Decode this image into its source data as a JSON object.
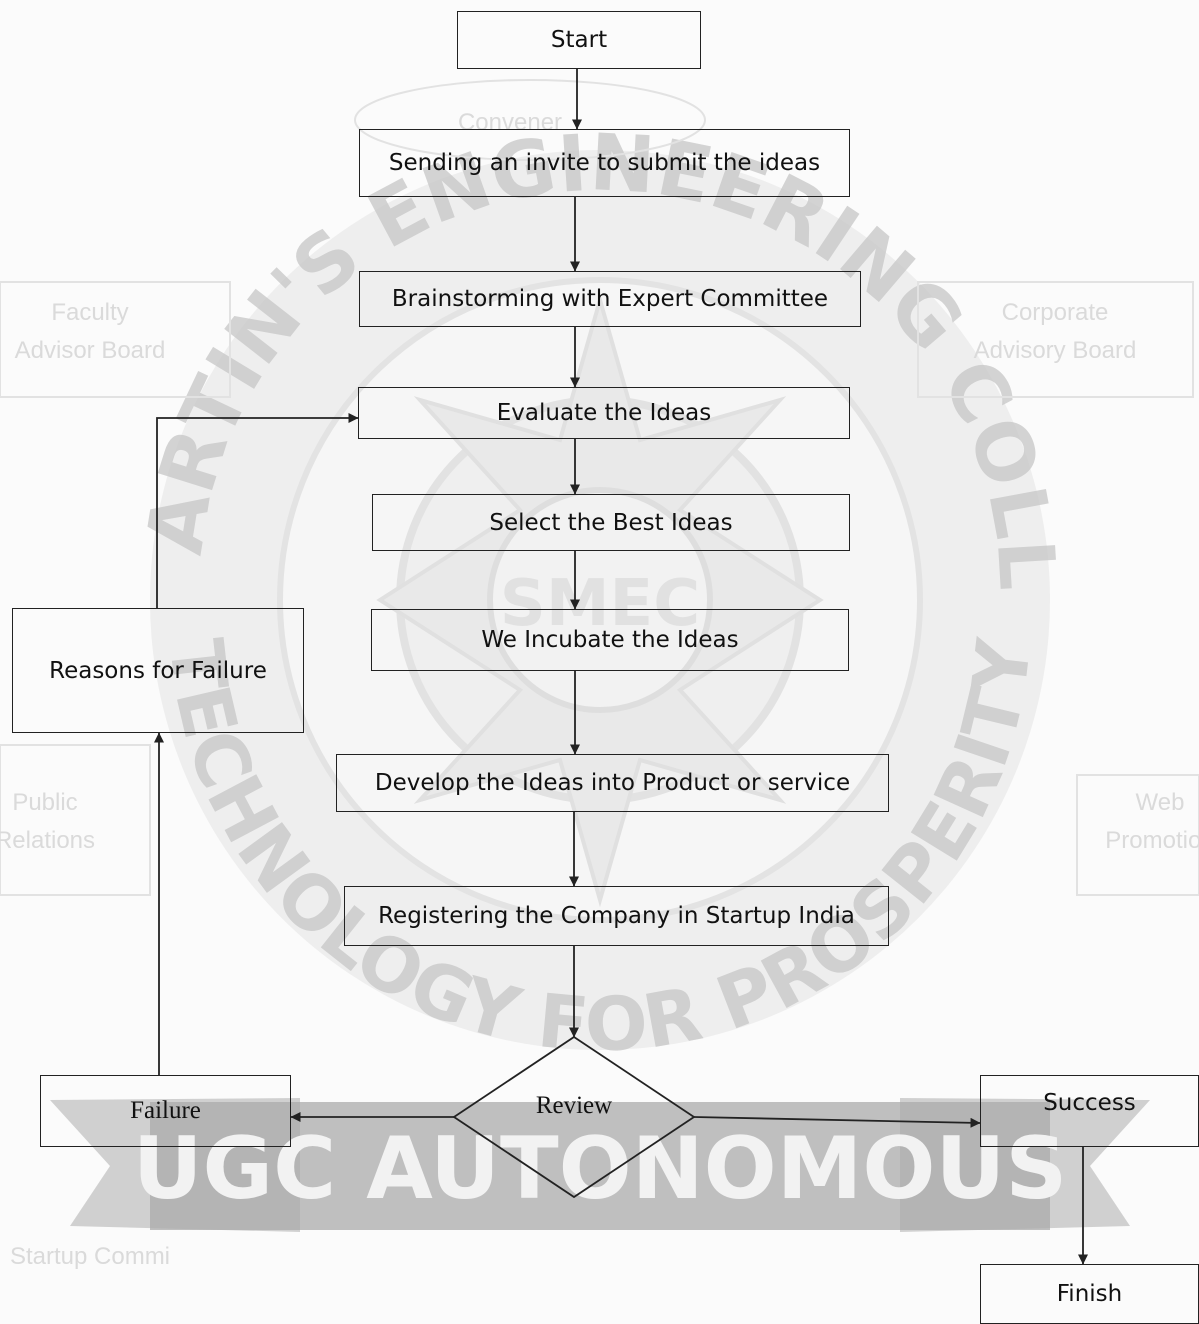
{
  "watermark": {
    "ring_text_top": "ST.MARTIN'S ENGINEERING COLLEGE",
    "ring_text_bottom": "TECHNOLOGY FOR PROSPERITY",
    "ribbon_text": "UGC AUTONOMOUS",
    "monogram": "SMEC",
    "bg_left_box_line1": "Faculty",
    "bg_left_box_line2": "Advisor Board",
    "bg_right_box_line1": "Corporate",
    "bg_right_box_line2": "Advisory Board",
    "bg_top_oval": "Convener",
    "bg_left_lower_line1": "Public",
    "bg_left_lower_line2": "Relations",
    "bg_right_lower_line1": "Web",
    "bg_right_lower_line2": "Promotion",
    "bg_bottom_left": "Startup Commi"
  },
  "flowchart": {
    "start": "Start",
    "invite": "Sending an invite to submit the ideas",
    "brainstorm": "Brainstorming with Expert Committee",
    "evaluate": "Evaluate the Ideas",
    "select": "Select the Best Ideas",
    "incubate": "We Incubate the Ideas",
    "develop": "Develop the Ideas into Product or service",
    "register": "Registering the Company in Startup India",
    "review": "Review",
    "failure": "Failure",
    "reasons": "Reasons for Failure",
    "success": "Success",
    "finish": "Finish"
  },
  "colors": {
    "line": "#222222",
    "watermark": "#c9c9c9",
    "background": "#fbfbfb"
  }
}
